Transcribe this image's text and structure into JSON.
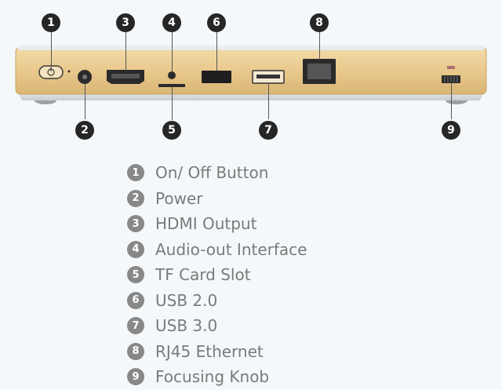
{
  "callouts": [
    {
      "num": "1",
      "label": "On/ Off Button"
    },
    {
      "num": "2",
      "label": "Power"
    },
    {
      "num": "3",
      "label": "HDMI Output"
    },
    {
      "num": "4",
      "label": "Audio-out Interface"
    },
    {
      "num": "5",
      "label": "TF Card Slot"
    },
    {
      "num": "6",
      "label": "USB 2.0"
    },
    {
      "num": "7",
      "label": "USB 3.0"
    },
    {
      "num": "8",
      "label": "RJ45 Ethernet"
    },
    {
      "num": "9",
      "label": "Focusing Knob"
    }
  ],
  "colors": {
    "body_gold": "#e9c98d",
    "body_silver": "#d9dcdf",
    "badge": "#262626",
    "legend_badge": "#888888",
    "legend_text": "#7a7a7a"
  }
}
